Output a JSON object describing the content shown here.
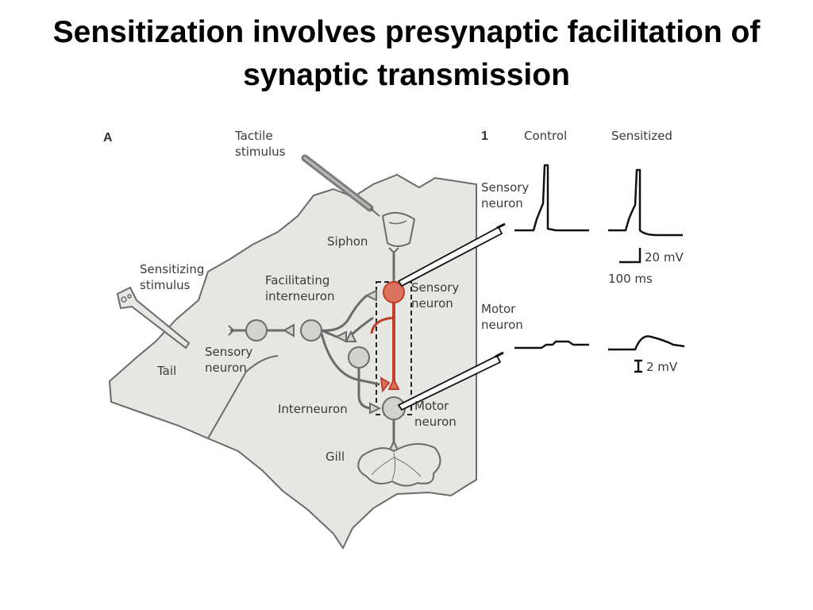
{
  "slide": {
    "title": "Sensitization involves presynaptic facilitation of synaptic transmission"
  },
  "colors": {
    "body_fill": "#e6e7e3",
    "outline": "#6b6b6b",
    "neuron_fill": "#d2d3cf",
    "sensitized_pathway": "#c0402b",
    "trace": "#111111"
  },
  "diagram": {
    "panel_label": "A",
    "labels": {
      "tactile_stimulus_1": "Tactile",
      "tactile_stimulus_2": "stimulus",
      "siphon": "Siphon",
      "sensitizing_1": "Sensitizing",
      "sensitizing_2": "stimulus",
      "facilitating_1": "Facilitating",
      "facilitating_2": "interneuron",
      "sensory_neuron_1": "Sensory",
      "sensory_neuron_2": "neuron",
      "tail_sensory_1": "Sensory",
      "tail_sensory_2": "neuron",
      "tail": "Tail",
      "interneuron": "Interneuron",
      "motor_neuron_1": "Motor",
      "motor_neuron_2": "neuron",
      "gill": "Gill"
    }
  },
  "recordings": {
    "panel_number": "1",
    "col_control": "Control",
    "col_sensitized": "Sensitized",
    "row_sensory_1": "Sensory",
    "row_sensory_2": "neuron",
    "row_motor_1": "Motor",
    "row_motor_2": "neuron",
    "scale_voltage_large": "20 mV",
    "scale_time": "100 ms",
    "scale_voltage_small": "2 mV"
  }
}
